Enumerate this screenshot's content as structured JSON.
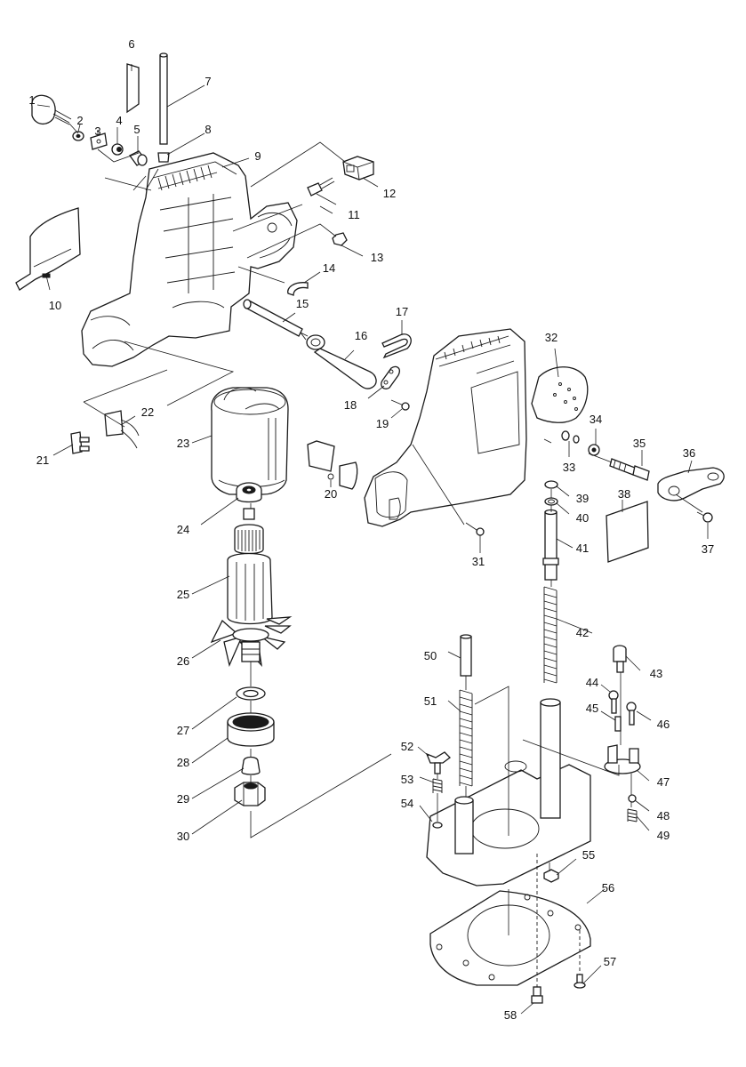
{
  "diagram": {
    "type": "exploded-parts-diagram",
    "subject": "router",
    "background_color": "#ffffff",
    "line_color": "#1a1a1a"
  },
  "callouts": [
    {
      "id": "1",
      "label": "1"
    },
    {
      "id": "2",
      "label": "2"
    },
    {
      "id": "3",
      "label": "3"
    },
    {
      "id": "4",
      "label": "4"
    },
    {
      "id": "5",
      "label": "5"
    },
    {
      "id": "6",
      "label": "6"
    },
    {
      "id": "7",
      "label": "7"
    },
    {
      "id": "8",
      "label": "8"
    },
    {
      "id": "9",
      "label": "9"
    },
    {
      "id": "10",
      "label": "10"
    },
    {
      "id": "11",
      "label": "11"
    },
    {
      "id": "12",
      "label": "12"
    },
    {
      "id": "13",
      "label": "13"
    },
    {
      "id": "14",
      "label": "14"
    },
    {
      "id": "15",
      "label": "15"
    },
    {
      "id": "16",
      "label": "16"
    },
    {
      "id": "17",
      "label": "17"
    },
    {
      "id": "18",
      "label": "18"
    },
    {
      "id": "19",
      "label": "19"
    },
    {
      "id": "20",
      "label": "20"
    },
    {
      "id": "21",
      "label": "21"
    },
    {
      "id": "22",
      "label": "22"
    },
    {
      "id": "23",
      "label": "23"
    },
    {
      "id": "24",
      "label": "24"
    },
    {
      "id": "25",
      "label": "25"
    },
    {
      "id": "26",
      "label": "26"
    },
    {
      "id": "27",
      "label": "27"
    },
    {
      "id": "28",
      "label": "28"
    },
    {
      "id": "29",
      "label": "29"
    },
    {
      "id": "30",
      "label": "30"
    },
    {
      "id": "31",
      "label": "31"
    },
    {
      "id": "32",
      "label": "32"
    },
    {
      "id": "33",
      "label": "33"
    },
    {
      "id": "34",
      "label": "34"
    },
    {
      "id": "35",
      "label": "35"
    },
    {
      "id": "36",
      "label": "36"
    },
    {
      "id": "37",
      "label": "37"
    },
    {
      "id": "38",
      "label": "38"
    },
    {
      "id": "39",
      "label": "39"
    },
    {
      "id": "40",
      "label": "40"
    },
    {
      "id": "41",
      "label": "41"
    },
    {
      "id": "42",
      "label": "42"
    },
    {
      "id": "43",
      "label": "43"
    },
    {
      "id": "44",
      "label": "44"
    },
    {
      "id": "45",
      "label": "45"
    },
    {
      "id": "46",
      "label": "46"
    },
    {
      "id": "47",
      "label": "47"
    },
    {
      "id": "48",
      "label": "48"
    },
    {
      "id": "49",
      "label": "49"
    },
    {
      "id": "50",
      "label": "50"
    },
    {
      "id": "51",
      "label": "51"
    },
    {
      "id": "52",
      "label": "52"
    },
    {
      "id": "53",
      "label": "53"
    },
    {
      "id": "54",
      "label": "54"
    },
    {
      "id": "55",
      "label": "55"
    },
    {
      "id": "56",
      "label": "56"
    },
    {
      "id": "57",
      "label": "57"
    },
    {
      "id": "58",
      "label": "58"
    }
  ]
}
